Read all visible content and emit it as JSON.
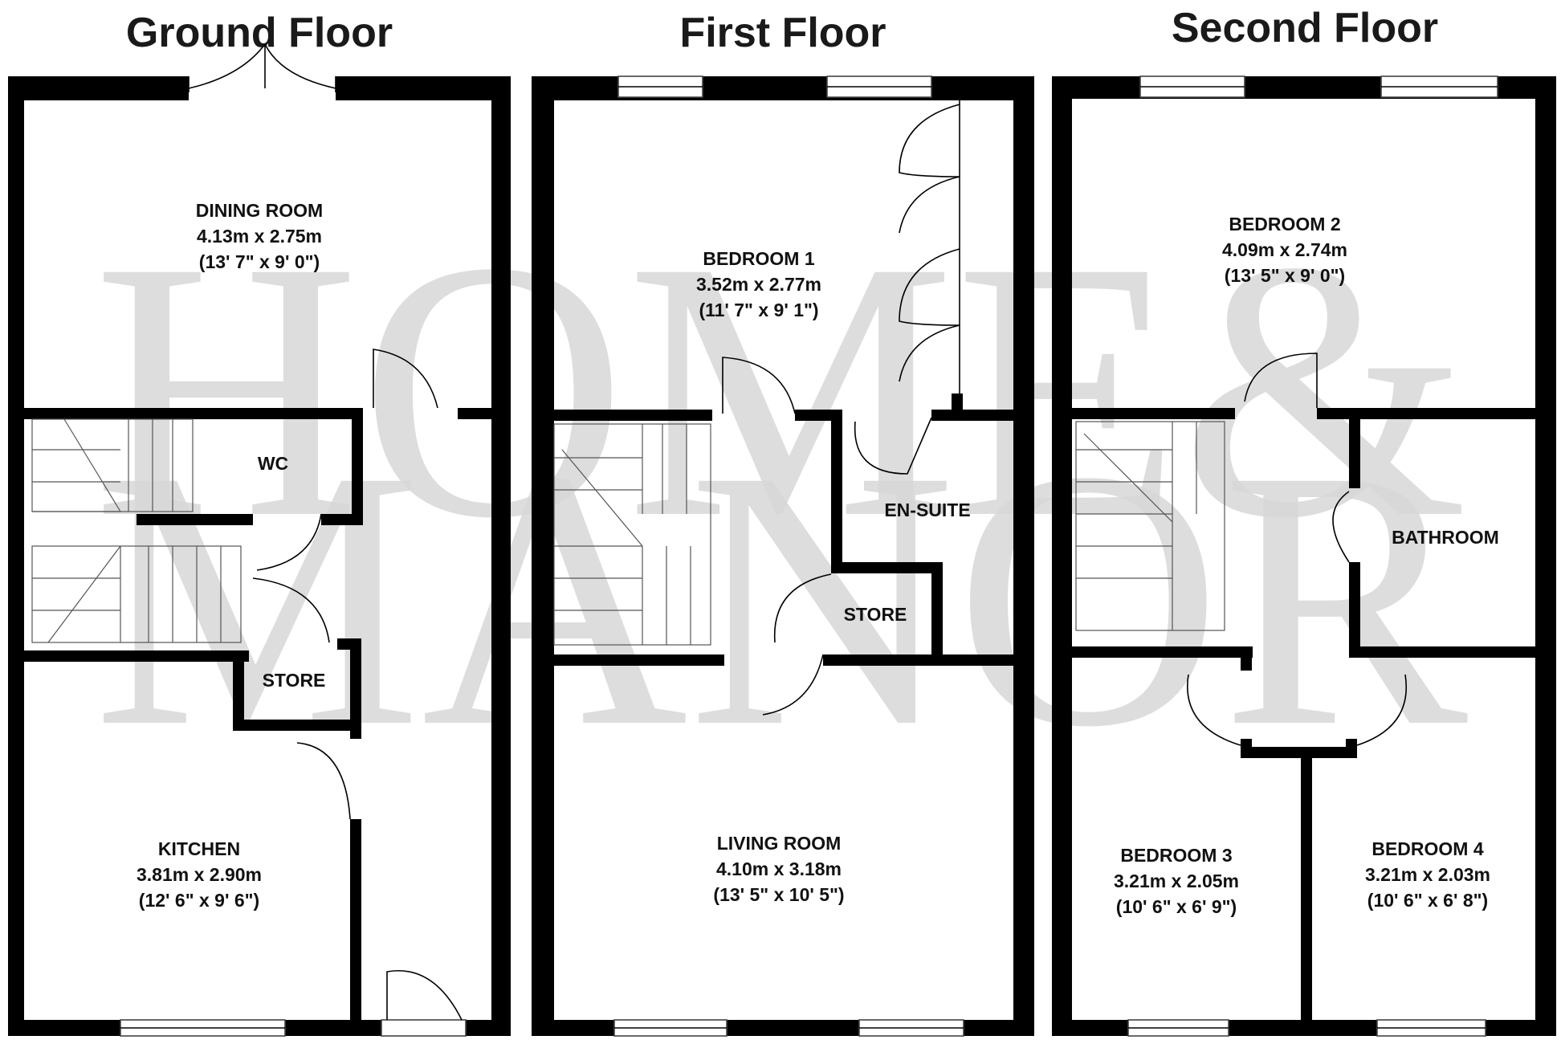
{
  "watermark": {
    "line1": "HOME&",
    "line2": "MANOR"
  },
  "floors": [
    {
      "title": "Ground Floor",
      "rooms": [
        {
          "name": "DINING ROOM",
          "metric": "4.13m x 2.75m",
          "imperial": "(13' 7\" x 9' 0\")"
        },
        {
          "name": "WC",
          "metric": "",
          "imperial": ""
        },
        {
          "name": "STORE",
          "metric": "",
          "imperial": ""
        },
        {
          "name": "KITCHEN",
          "metric": "3.81m x 2.90m",
          "imperial": "(12' 6\" x 9' 6\")"
        }
      ]
    },
    {
      "title": "First Floor",
      "rooms": [
        {
          "name": "BEDROOM 1",
          "metric": "3.52m x 2.77m",
          "imperial": "(11' 7\" x 9' 1\")"
        },
        {
          "name": "EN-SUITE",
          "metric": "",
          "imperial": ""
        },
        {
          "name": "STORE",
          "metric": "",
          "imperial": ""
        },
        {
          "name": "LIVING ROOM",
          "metric": "4.10m x 3.18m",
          "imperial": "(13' 5\" x 10' 5\")"
        }
      ]
    },
    {
      "title": "Second Floor",
      "rooms": [
        {
          "name": "BEDROOM 2",
          "metric": "4.09m x 2.74m",
          "imperial": "(13' 5\" x 9' 0\")"
        },
        {
          "name": "BATHROOM",
          "metric": "",
          "imperial": ""
        },
        {
          "name": "BEDROOM 3",
          "metric": "3.21m x 2.05m",
          "imperial": "(10' 6\" x 6' 9\")"
        },
        {
          "name": "BEDROOM 4",
          "metric": "3.21m x 2.03m",
          "imperial": "(10' 6\" x 6' 8\")"
        }
      ]
    }
  ]
}
